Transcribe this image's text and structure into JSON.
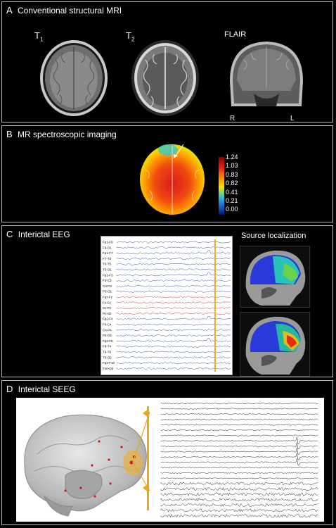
{
  "panel_a": {
    "letter": "A",
    "title": "Conventional structural MRI",
    "labels": {
      "t1": "T",
      "t1_sub": "1",
      "t2": "T",
      "t2_sub": "2",
      "flair": "FLAIR",
      "right": "R",
      "left": "L"
    }
  },
  "panel_b": {
    "letter": "B",
    "title": "MR spectroscopic imaging",
    "colorbar_ticks": [
      "1.24",
      "1.03",
      "0.83",
      "0.82",
      "0.41",
      "0.21",
      "0.00"
    ],
    "colors": [
      "#8b0000",
      "#e02020",
      "#ff8a00",
      "#f4e400",
      "#38c8c8",
      "#1a6fd8",
      "#081470"
    ]
  },
  "panel_c": {
    "letter": "C",
    "title": "Interictal EEG",
    "source_title": "Source localization",
    "channels": [
      "Fp1-F9",
      "F9-O1",
      "Fp1-F7",
      "F7-T3",
      "T3-T5",
      "T5-O1",
      "Fp1-F3",
      "F3-C3",
      "C3-P3",
      "P3-O1",
      "Fpz-Fz",
      "Fz-Cz",
      "Cz-Pz",
      "Pz-Oz",
      "Fp2-F4",
      "F4-C4",
      "C4-P4",
      "P4-O2",
      "Fp2-F8",
      "F8-T4",
      "T4-T6",
      "T6-O2",
      "Fp2-F10",
      "F10-O2"
    ]
  },
  "panel_d": {
    "letter": "D",
    "title": "Interictal SEEG"
  }
}
